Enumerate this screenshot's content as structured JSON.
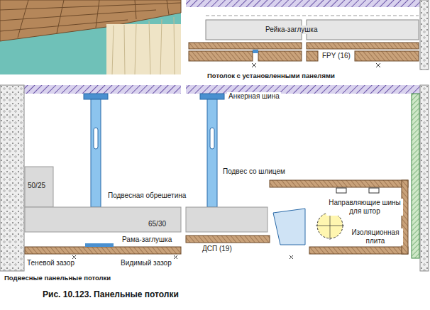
{
  "diagram": {
    "caption": "Рис. 10.123. Панельные потолки",
    "labels": [
      "Рейка-заглушка",
      "FPY (16)",
      "Потолок с установленными панелями",
      "Анкерная шина",
      "Подвес со шлицем",
      "Подвесная обрешетина",
      "65/30",
      "50/25",
      "Рама-заглушка",
      "Направляющие шины для штор",
      "Изоляционная плита",
      "ДСП (19)",
      "Теневой зазор",
      "Видимый зазор",
      "Подвесные панельные потолки"
    ]
  }
}
